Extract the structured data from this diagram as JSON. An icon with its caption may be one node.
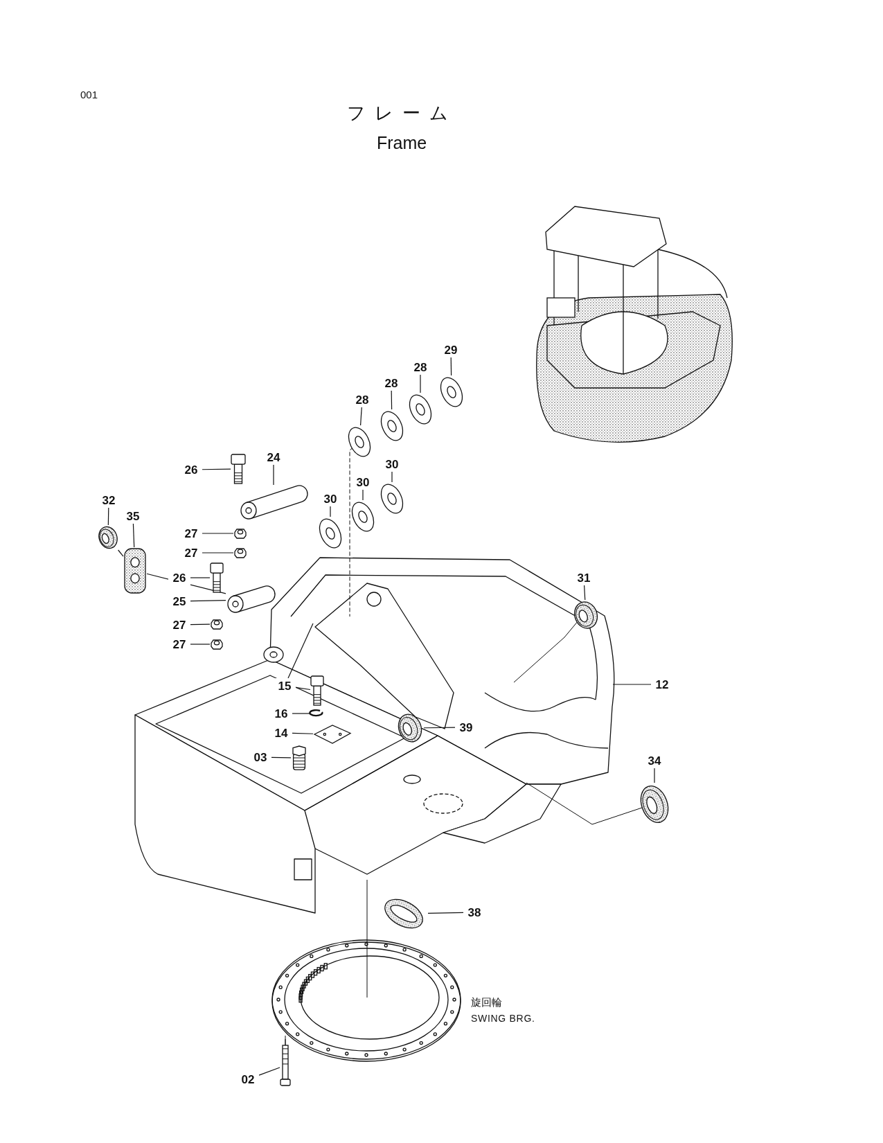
{
  "diagram": {
    "title": "フレーム",
    "nodes": [
      {
        "text": [
          "29"
        ]
      },
      {
        "text": [
          "28"
        ]
      },
      {
        "text": [
          "28"
        ]
      },
      {
        "text": [
          "28"
        ]
      },
      {
        "text": [
          "30"
        ]
      },
      {
        "text": [
          "30"
        ]
      },
      {
        "text": [
          "30"
        ]
      },
      {
        "text": [
          "24"
        ]
      },
      {
        "text": [
          "26"
        ]
      },
      {
        "text": [
          "27"
        ]
      },
      {
        "text": [
          "27"
        ]
      },
      {
        "text": [
          "32"
        ]
      },
      {
        "text": [
          "35"
        ]
      },
      {
        "text": [
          "26"
        ]
      },
      {
        "text": [
          "25"
        ]
      },
      {
        "text": [
          "27"
        ]
      },
      {
        "text": [
          "27"
        ]
      },
      {
        "text": [
          "15"
        ]
      },
      {
        "text": [
          "16"
        ]
      },
      {
        "text": [
          "14"
        ]
      },
      {
        "text": [
          "03"
        ]
      },
      {
        "text": [
          "39"
        ]
      },
      {
        "text": [
          "31"
        ]
      },
      {
        "text": [
          "12"
        ]
      },
      {
        "text": [
          "34"
        ]
      },
      {
        "text": [
          "38"
        ]
      },
      {
        "text": [
          "02"
        ]
      },
      {
        "text": [],
        "shape": "picture"
      },
      {
        "text": [],
        "shape": "picture"
      },
      {
        "text": [],
        "shape": "picture"
      },
      {
        "text": [],
        "shape": "picture"
      },
      {
        "text": [],
        "shape": "picture"
      },
      {
        "text": [],
        "shape": "picture"
      },
      {
        "text": [],
        "shape": "picture"
      },
      {
        "text": [],
        "shape": "picture"
      },
      {
        "text": [],
        "shape": "picture"
      },
      {
        "text": [],
        "shape": "picture"
      },
      {
        "text": [],
        "shape": "picture"
      },
      {
        "text": [],
        "shape": "picture"
      },
      {
        "text": [],
        "shape": "picture"
      },
      {
        "text": [],
        "shape": "picture"
      },
      {
        "text": [],
        "shape": "picture"
      },
      {
        "text": [],
        "shape": "picture"
      },
      {
        "text": [],
        "shape": "picture"
      },
      {
        "text": [],
        "shape": "picture"
      },
      {
        "text": [],
        "shape": "picture"
      },
      {
        "text": [],
        "shape": "picture"
      },
      {
        "text": [],
        "shape": "picture"
      },
      {
        "text": [],
        "shape": "picture"
      },
      {
        "text": [],
        "shape": "picture"
      },
      {
        "text": [],
        "shape": "picture"
      },
      {
        "text": [],
        "shape": "picture"
      },
      {
        "text": [],
        "shape": "picture"
      }
    ],
    "edges": [
      {
        "from": 0,
        "to": 27,
        "arrow": "none"
      },
      {
        "from": 1,
        "to": 28,
        "arrow": "none"
      },
      {
        "from": 2,
        "to": 29,
        "arrow": "none"
      },
      {
        "from": 3,
        "to": 30,
        "arrow": "none"
      },
      {
        "from": 4,
        "to": 31,
        "arrow": "none"
      },
      {
        "from": 5,
        "to": 32,
        "arrow": "none"
      },
      {
        "from": 6,
        "to": 33,
        "arrow": "none"
      },
      {
        "from": 7,
        "to": 34,
        "arrow": "none"
      },
      {
        "from": 8,
        "to": 35,
        "arrow": "none"
      },
      {
        "from": 9,
        "to": 36,
        "arrow": "none"
      },
      {
        "from": 10,
        "to": 37,
        "arrow": "none"
      },
      {
        "from": 11,
        "to": 38,
        "arrow": "none"
      },
      {
        "from": 12,
        "to": 39,
        "arrow": "none"
      },
      {
        "from": 13,
        "to": 40,
        "arrow": "none"
      },
      {
        "from": 14,
        "to": 41,
        "arrow": "none"
      },
      {
        "from": 15,
        "to": 42,
        "arrow": "none"
      },
      {
        "from": 16,
        "to": 43,
        "arrow": "none"
      },
      {
        "from": 17,
        "to": 44,
        "arrow": "none"
      },
      {
        "from": 18,
        "to": 45,
        "arrow": "none"
      },
      {
        "from": 19,
        "to": 46,
        "arrow": "none"
      },
      {
        "from": 20,
        "to": 47,
        "arrow": "none"
      },
      {
        "from": 21,
        "to": 48,
        "arrow": "none"
      },
      {
        "from": 22,
        "to": 49,
        "arrow": "none"
      },
      {
        "from": 23,
        "to": null,
        "arrow": "none"
      },
      {
        "from": 24,
        "to": 50,
        "arrow": "none"
      },
      {
        "from": 25,
        "to": 51,
        "arrow": "none"
      },
      {
        "from": 26,
        "to": 52,
        "arrow": "none"
      },
      {
        "from": 17,
        "to": null,
        "arrow": "none"
      },
      {
        "from": 38,
        "to": 39,
        "arrow": "none"
      },
      {
        "from": 39,
        "to": 41,
        "arrow": "none"
      }
    ],
    "labels": [
      "001",
      "Frame",
      "旋回輪",
      "SWING BRG."
    ]
  }
}
